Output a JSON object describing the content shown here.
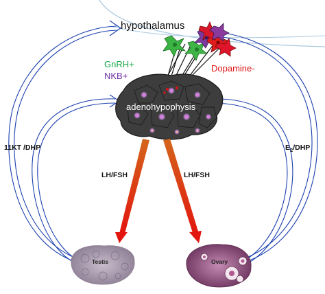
{
  "labels": {
    "hypothalamus": "hypothalamus",
    "gnrh": "GnRH+",
    "nkb": "NKB+",
    "dopamine": "Dopamine-",
    "adenohypophysis": "adenohypophysis",
    "lh_fsh_left": "LH/FSH",
    "lh_fsh_right": "LH/FSH",
    "feedback_left": "11KT /DHP",
    "feedback_right_e": "E",
    "feedback_right_sub": "2",
    "feedback_right_rest": "/DHP",
    "testis": "Testis",
    "ovary": "Ovary"
  },
  "colors": {
    "gnrh": "#1aa84a",
    "nkb": "#6b2fa3",
    "dopamine": "#e01414",
    "feedback_arrows": "#1b3fae",
    "hormone_arrows": "#e0380e",
    "pituitary": "#3a3a3a",
    "testis": "#9a8aa0",
    "ovary": "#8e4a78"
  },
  "icons": [
    "neuron-green",
    "neuron-red",
    "neuron-purple",
    "pituitary-cells",
    "testis-tissue",
    "ovary-tissue"
  ]
}
